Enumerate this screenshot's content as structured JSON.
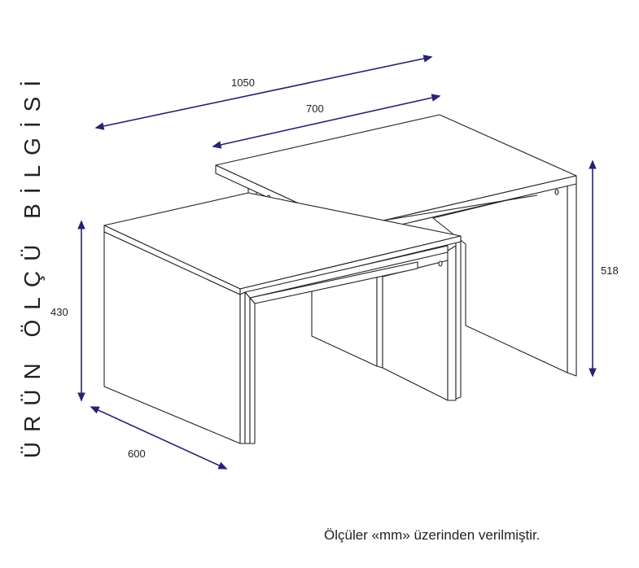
{
  "title": "ÜRÜN ÖLÇÜ BİLGİSİ",
  "dimensions": {
    "total_width": "1050",
    "top_width": "700",
    "top_height": "518",
    "lower_height": "430",
    "depth": "600"
  },
  "note": "Ölçüler «mm» üzerinden verilmiştir.",
  "colors": {
    "arrow": "#262470",
    "line": "#222222"
  }
}
